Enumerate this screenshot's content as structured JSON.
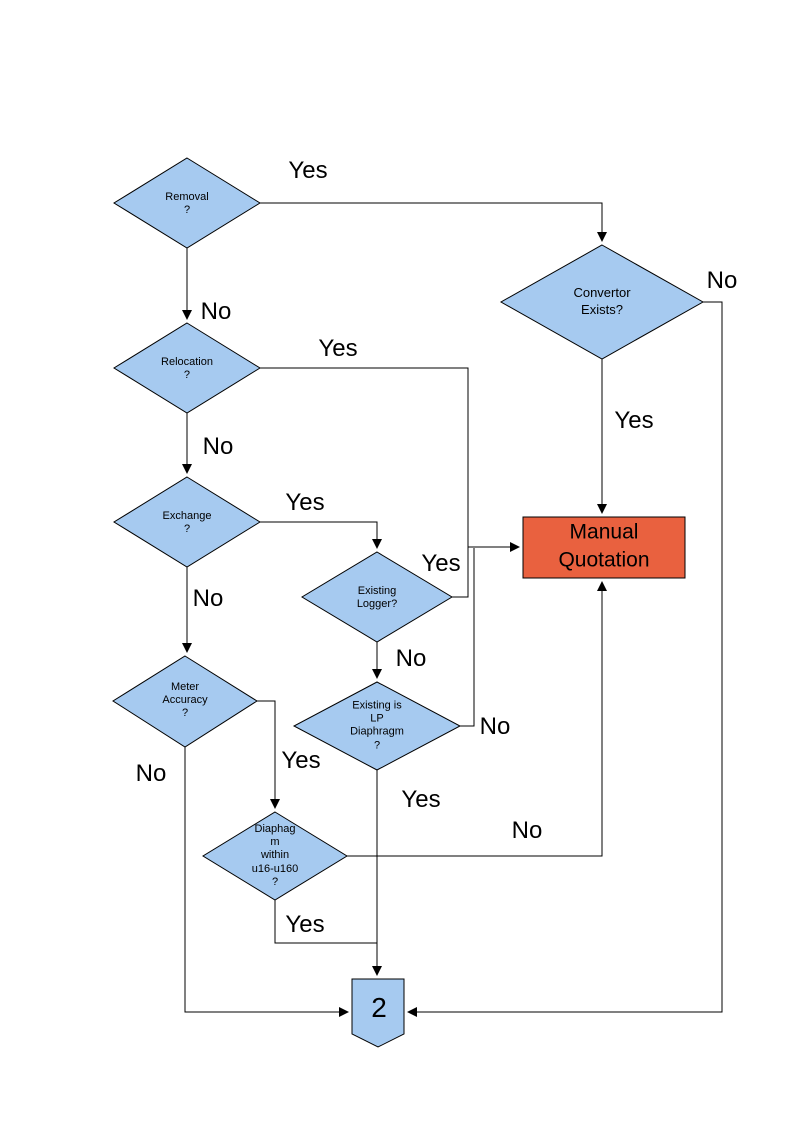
{
  "diagram": {
    "title": "meter exchange decision flowchart",
    "colors": {
      "decision_fill": "#A6CAF0",
      "connector_fill": "#A6CAF0",
      "process_fill": "#E9613F",
      "stroke": "#000000",
      "line": "#000000",
      "text": "#000000",
      "background": "#FFFFFF"
    },
    "nodes": {
      "removal": {
        "type": "decision",
        "label": "Removal\n?"
      },
      "convertor": {
        "type": "decision",
        "label": "Convertor\nExists?"
      },
      "relocation": {
        "type": "decision",
        "label": "Relocation\n?"
      },
      "exchange": {
        "type": "decision",
        "label": "Exchange\n?"
      },
      "existing_logger": {
        "type": "decision",
        "label": "Existing\nLogger?"
      },
      "meter_accuracy": {
        "type": "decision",
        "label": "Meter\nAccuracy\n?"
      },
      "existing_lp": {
        "type": "decision",
        "label": "Existing is\nLP\nDiaphragm\n?"
      },
      "diaphragm_range": {
        "type": "decision",
        "label": "Diaphag\nm\nwithin\nu16-u160\n?"
      },
      "manual_quotation": {
        "type": "process",
        "label": "Manual\nQuotation"
      },
      "page_connector": {
        "type": "off-page-connector",
        "label": "2"
      }
    },
    "edge_labels": {
      "removal_yes": "Yes",
      "removal_no": "No",
      "convertor_yes": "Yes",
      "convertor_no": "No",
      "relocation_yes": "Yes",
      "relocation_no": "No",
      "exchange_yes": "Yes",
      "exchange_no": "No",
      "existing_logger_yes": "Yes",
      "existing_logger_no": "No",
      "meter_accuracy_yes": "Yes",
      "meter_accuracy_no": "No",
      "existing_lp_yes": "Yes",
      "existing_lp_no": "No",
      "diaphragm_yes": "Yes",
      "diaphragm_no": "No"
    }
  }
}
